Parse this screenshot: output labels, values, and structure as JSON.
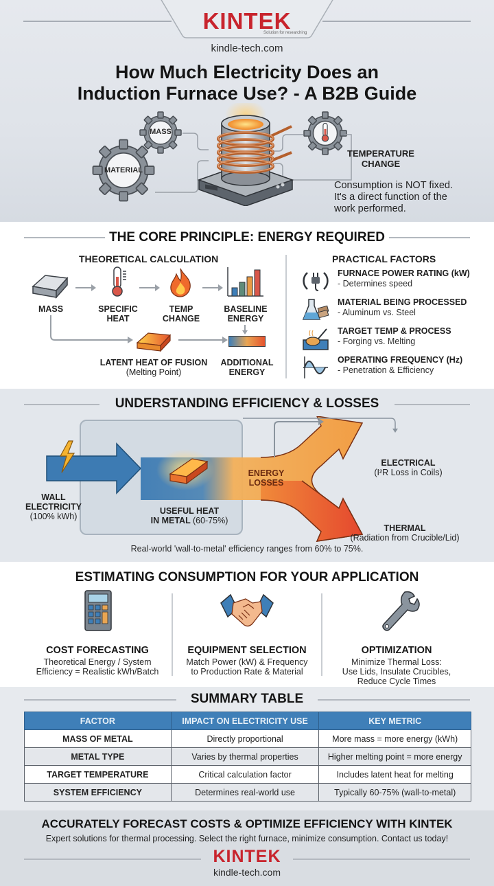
{
  "header": {
    "brand": "KINTEK",
    "brand_tagline": "Solution for researching",
    "site_url": "kindle-tech.com",
    "title_line1": "How Much Electricity Does an",
    "title_line2": "Induction Furnace Use? - A B2B Guide",
    "gears": [
      {
        "label": "MASS"
      },
      {
        "label": "MATERIAL"
      },
      {
        "icon": "thermometer-icon"
      }
    ],
    "temperature_label_line1": "TEMPERATURE",
    "temperature_label_line2": "CHANGE",
    "note_line1": "Consumption is NOT fixed.",
    "note_line2": "It's a direct function of the",
    "note_line3": "work performed."
  },
  "core_principle": {
    "title": "THE CORE PRINCIPLE: ENERGY REQUIRED",
    "theoretical": {
      "title": "THEORETICAL CALCULATION",
      "steps": [
        {
          "line1": "MASS",
          "line2": "",
          "icon": "metal-ingot-icon"
        },
        {
          "line1": "SPECIFIC",
          "line2": "HEAT",
          "icon": "thermometer-icon"
        },
        {
          "line1": "TEMP",
          "line2": "CHANGE",
          "icon": "flame-icon"
        },
        {
          "line1": "BASELINE",
          "line2": "ENERGY",
          "icon": "bar-chart-icon"
        }
      ],
      "latent_line1": "LATENT HEAT OF FUSION",
      "latent_line2": "(Melting Point)",
      "additional_line1": "ADDITIONAL",
      "additional_line2": "ENERGY"
    },
    "practical": {
      "title": "PRACTICAL FACTORS",
      "factors": [
        {
          "name": "FURNACE POWER RATING (kW)",
          "desc": "- Determines speed",
          "icon": "power-plug-icon"
        },
        {
          "name": "MATERIAL BEING PROCESSED",
          "desc": "- Aluminum vs. Steel",
          "icon": "flask-icon"
        },
        {
          "name": "TARGET TEMP & PROCESS",
          "desc": "- Forging vs. Melting",
          "icon": "crucible-icon"
        },
        {
          "name": "OPERATING FREQUENCY (Hz)",
          "desc": "- Penetration & Efficiency",
          "icon": "sine-wave-icon"
        }
      ]
    }
  },
  "efficiency": {
    "title": "UNDERSTANDING EFFICIENCY & LOSSES",
    "wall_line1": "WALL ELECTRICITY",
    "wall_line2": "(100% kWh)",
    "useful_line1": "USEFUL HEAT",
    "useful_line2a": "IN METAL ",
    "useful_line2b": "(60-75%)",
    "losses_line1": "ENERGY",
    "losses_line2": "LOSSES",
    "electrical_line1": "ELECTRICAL",
    "electrical_line2": "(I²R Loss in Coils)",
    "thermal_line1": "THERMAL",
    "thermal_line2": "(Radiation from Crucible/Lid)",
    "footnote": "Real-world 'wall-to-metal' efficiency ranges from 60% to 75%."
  },
  "estimating": {
    "title": "ESTIMATING CONSUMPTION FOR YOUR APPLICATION",
    "columns": [
      {
        "title": "COST FORECASTING",
        "line1": "Theoretical Energy / System",
        "line2": "Efficiency = Realistic kWh/Batch",
        "line3": "",
        "icon": "calculator-icon"
      },
      {
        "title": "EQUIPMENT SELECTION",
        "line1": "Match Power (kW) & Frequency",
        "line2": "to Production Rate & Material",
        "line3": "",
        "icon": "handshake-icon"
      },
      {
        "title": "OPTIMIZATION",
        "line1": "Minimize Thermal Loss:",
        "line2": "Use Lids, Insulate Crucibles,",
        "line3": "Reduce Cycle Times",
        "icon": "wrench-icon"
      }
    ]
  },
  "summary_table": {
    "title": "SUMMARY TABLE",
    "headers": [
      "FACTOR",
      "IMPACT ON ELECTRICITY USE",
      "KEY METRIC"
    ],
    "rows": [
      [
        "MASS OF METAL",
        "Directly proportional",
        "More mass = more energy (kWh)"
      ],
      [
        "METAL TYPE",
        "Varies by thermal properties",
        "Higher melting point = more energy"
      ],
      [
        "TARGET TEMPERATURE",
        "Critical calculation factor",
        "Includes latent heat for melting"
      ],
      [
        "SYSTEM EFFICIENCY",
        "Determines real-world use",
        "Typically 60-75% (wall-to-metal)"
      ]
    ]
  },
  "footer": {
    "cta": "ACCURATELY FORECAST COSTS & OPTIMIZE EFFICIENCY WITH KINTEK",
    "cta_sub": "Expert solutions for thermal processing. Select the right furnace, minimize consumption. Contact us today!",
    "brand": "KINTEK",
    "site_url": "kindle-tech.com"
  },
  "colors": {
    "brand_red": "#c8242d",
    "table_header_blue": "#3f7fb8",
    "flow_blue": "#3d7bb3",
    "flow_orange": "#f29a3c",
    "flow_red": "#e9543a"
  }
}
